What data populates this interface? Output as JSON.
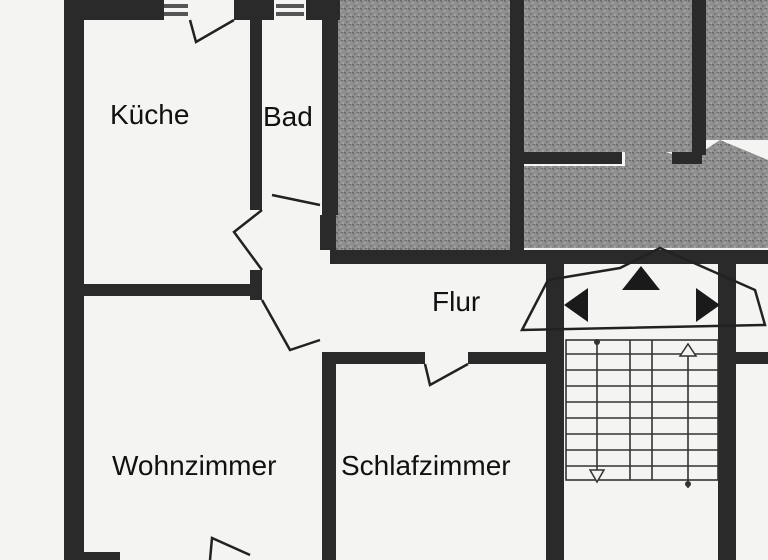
{
  "rooms": {
    "kueche": "Küche",
    "bad": "Bad",
    "flur": "Flur",
    "wohnzimmer": "Wohnzimmer",
    "schlafzimmer": "Schlafzimmer"
  },
  "colors": {
    "paper": "#f4f4f2",
    "wall": "#2a2a2a",
    "hatch": "#8a8a8a"
  },
  "icons": {
    "stair_up": "triangle-up-icon",
    "stair_down": "triangle-down-icon",
    "arrow_left": "arrow-left-icon",
    "arrow_right": "arrow-right-icon",
    "arrow_up": "arrow-up-icon"
  }
}
